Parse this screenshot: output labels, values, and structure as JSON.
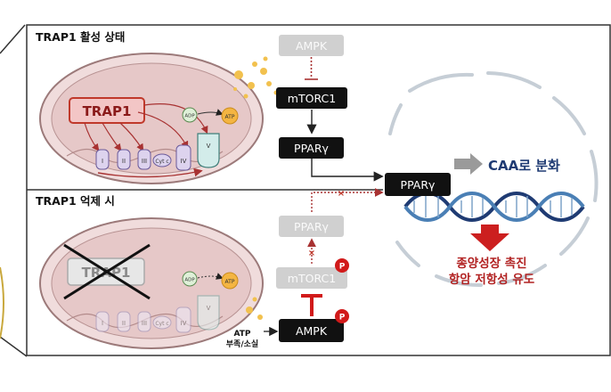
{
  "panels": {
    "top_title": "TRAP1 활성 상태",
    "bottom_title": "TRAP1 억제 시"
  },
  "top": {
    "trap1": "TRAP1",
    "ampk": "AMPK",
    "mtorc1": "mTORC1",
    "ppar": "PPARγ",
    "complexes": [
      "I",
      "II",
      "III",
      "Cyt c",
      "IV",
      "V"
    ],
    "adp": "ADP",
    "atp": "ATP"
  },
  "bottom": {
    "trap1": "TRAP1",
    "ampk": "AMPK",
    "mtorc1": "mTORC1",
    "ppar": "PPARγ",
    "complexes": [
      "I",
      "II",
      "III",
      "Cyt c",
      "IV",
      "V"
    ],
    "adp": "ADP",
    "atp": "ATP",
    "p_mtorc1": "P",
    "p_ampk": "P",
    "atp_note_line1": "ATP",
    "atp_note_line2": "부족/소실"
  },
  "nucleus": {
    "ppar": "PPARγ",
    "caa": "CAA로 분화",
    "outcome_line1": "종양성장 촉진",
    "outcome_line2": "항암 저항성 유도"
  },
  "colors": {
    "trap1_red": "#c0392b",
    "caa_blue": "#1f3b73",
    "outcome_red": "#b22222",
    "mito_fill": "#e9cfcf",
    "gray_box": "#c8c8c8"
  }
}
